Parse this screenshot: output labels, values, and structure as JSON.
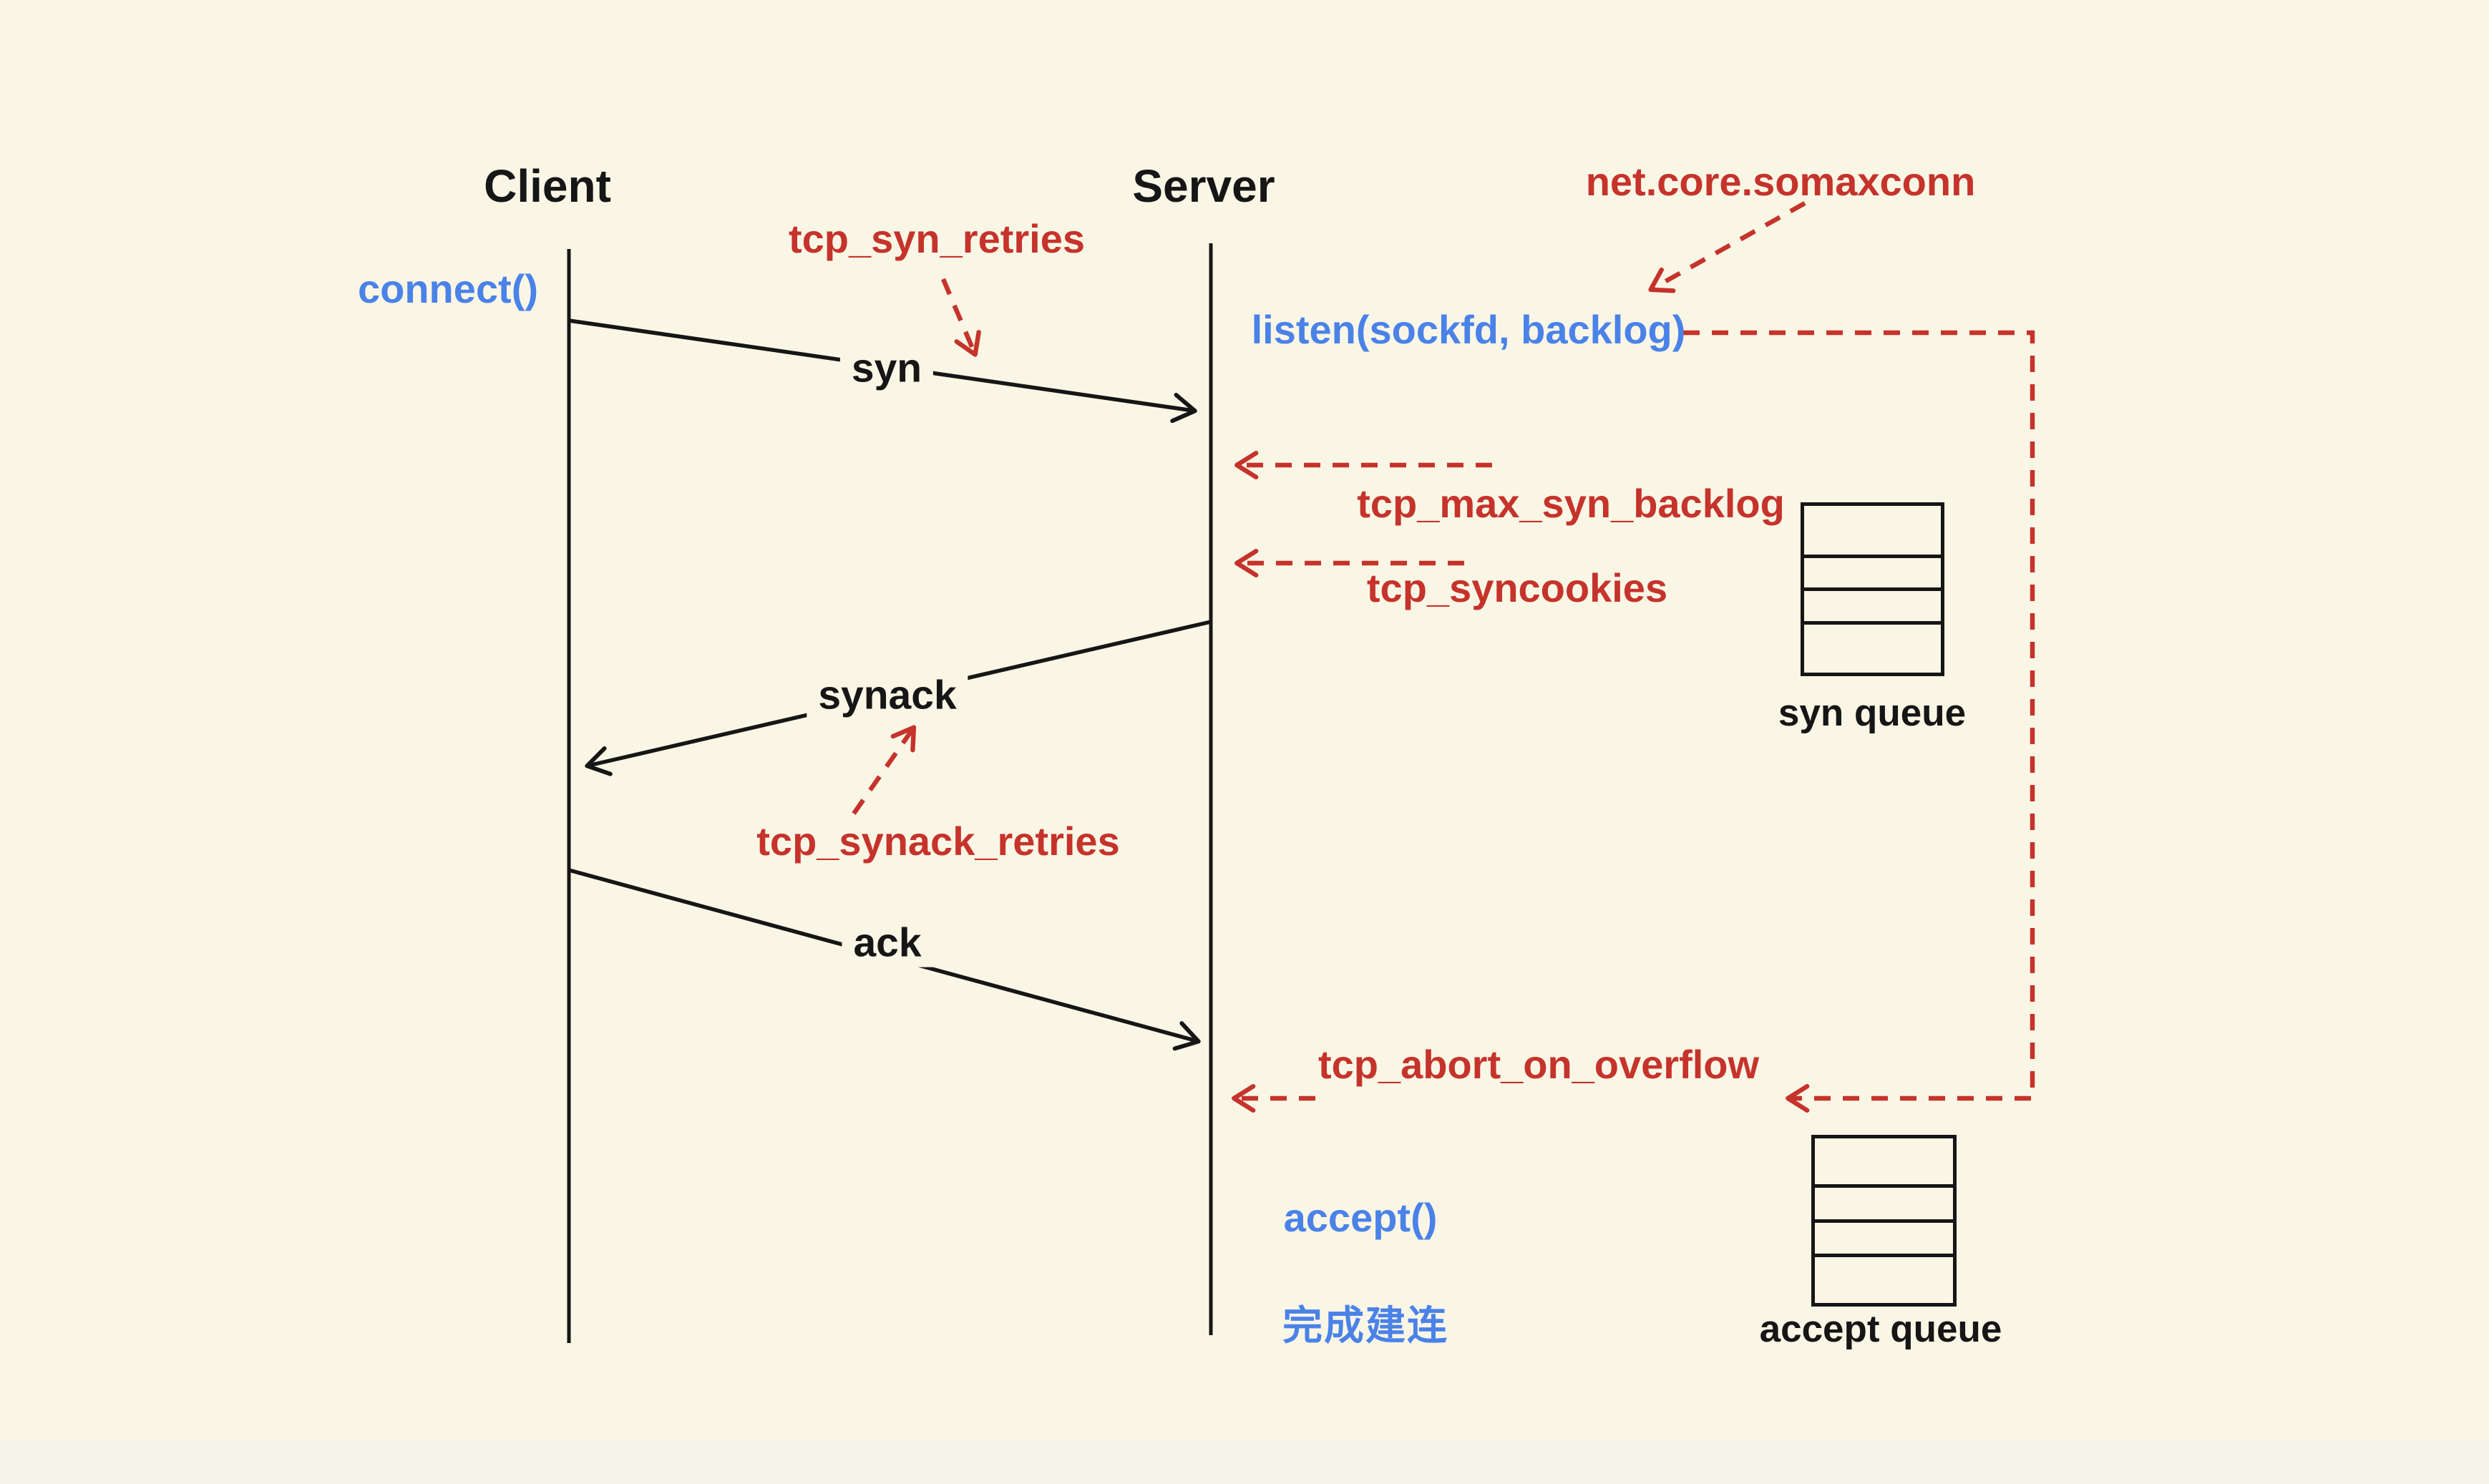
{
  "colors": {
    "background": "#FAF6E6",
    "background_footer": "#F7F4EA",
    "red": "#C5332B",
    "blue": "#4A82E8",
    "ink": "#161616"
  },
  "lifelines": {
    "client": {
      "label": "Client"
    },
    "server": {
      "label": "Server"
    }
  },
  "messages": {
    "syn": "syn",
    "synack": "synack",
    "ack": "ack"
  },
  "client_calls": {
    "connect": "connect()"
  },
  "server_calls": {
    "listen": "listen(sockfd, backlog)",
    "accept": "accept()",
    "established": "完成建连"
  },
  "kernel_params": {
    "tcp_syn_retries": "tcp_syn_retries",
    "net_core_somaxconn": "net.core.somaxconn",
    "tcp_max_syn_backlog": "tcp_max_syn_backlog",
    "tcp_syncookies": "tcp_syncookies",
    "tcp_synack_retries": "tcp_synack_retries",
    "tcp_abort_on_overflow": "tcp_abort_on_overflow"
  },
  "queues": {
    "syn_queue": {
      "label": "syn queue",
      "slots": 4
    },
    "accept_queue": {
      "label": "accept queue",
      "slots": 4
    }
  }
}
